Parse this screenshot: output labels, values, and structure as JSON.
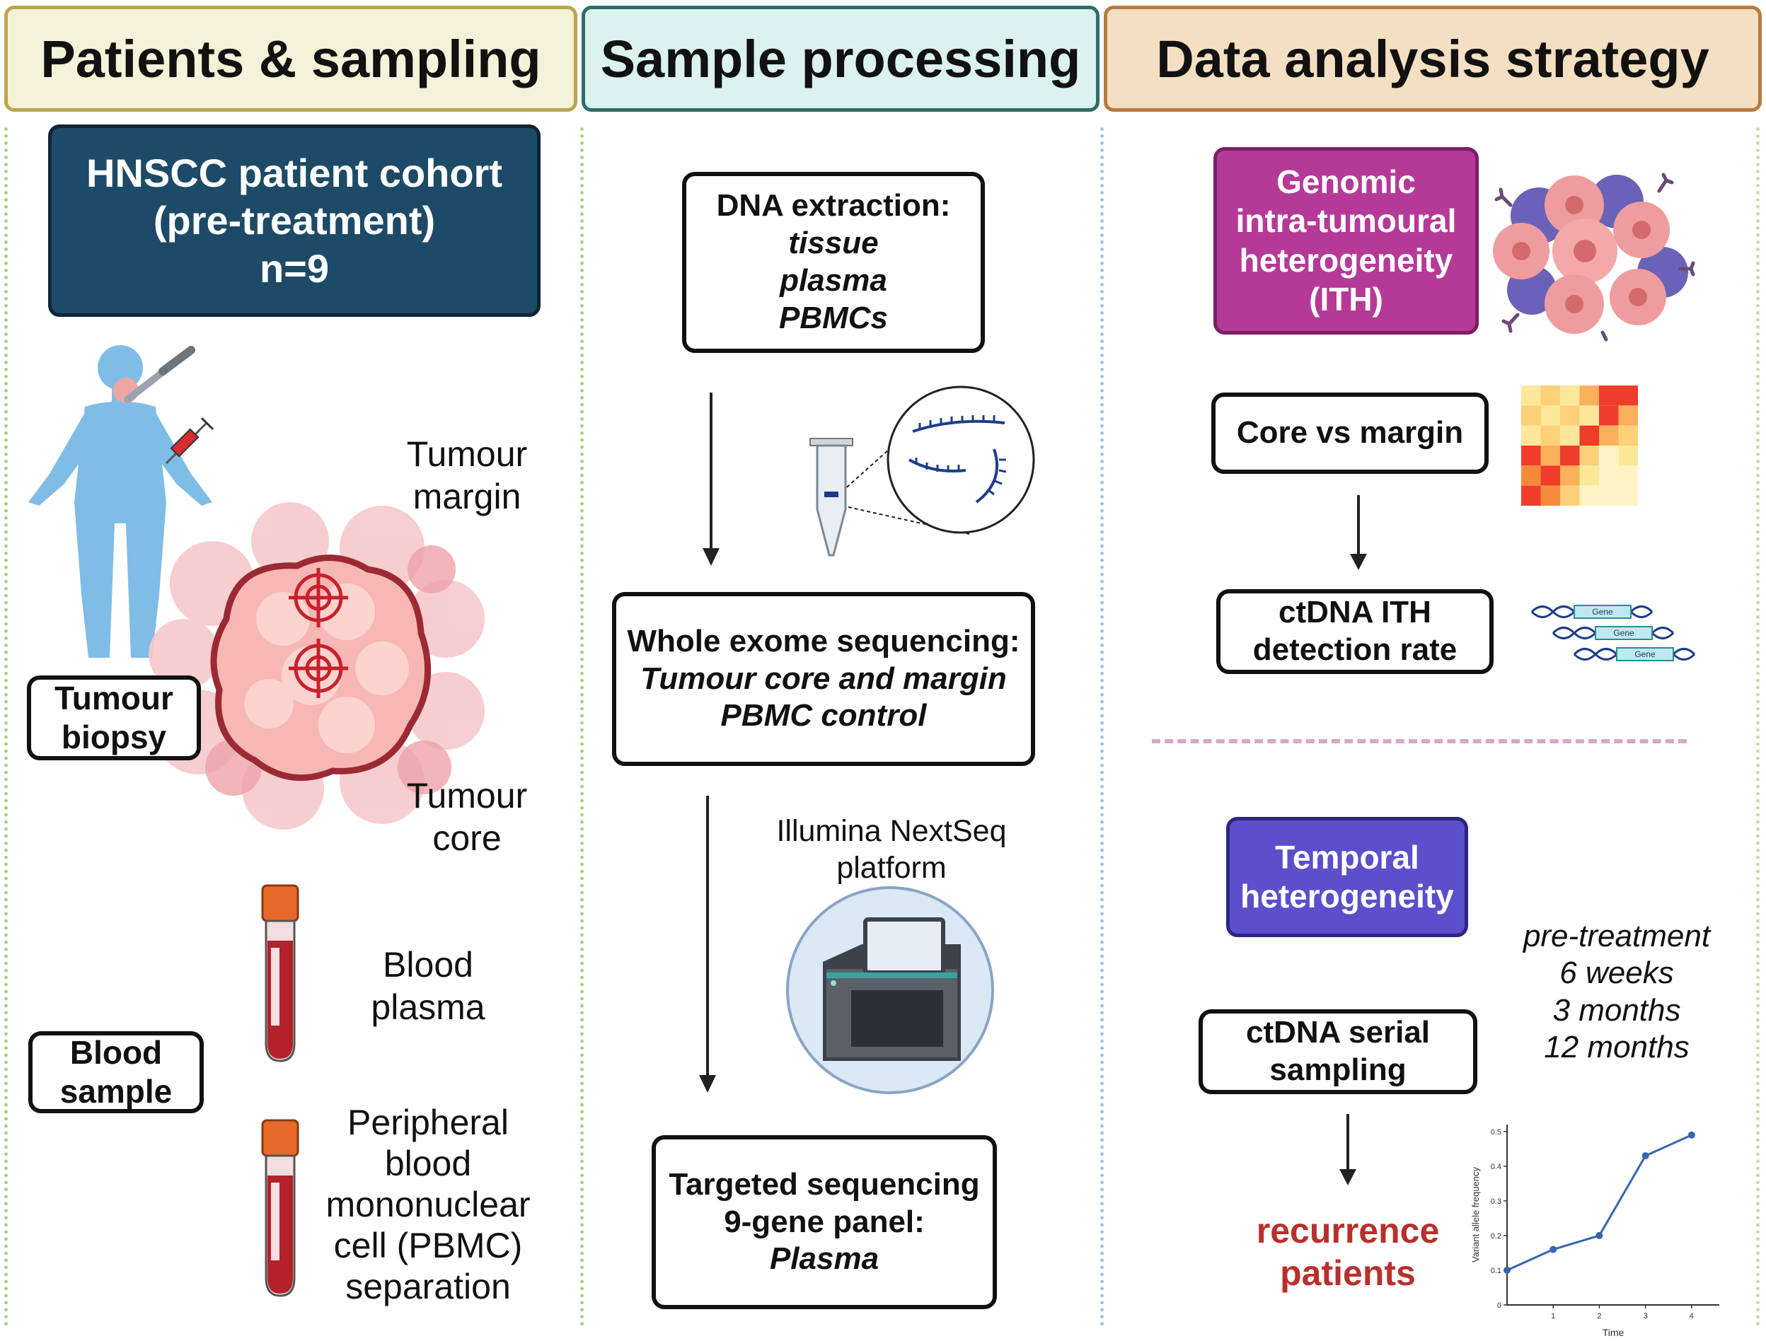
{
  "headers": {
    "patients": "Patients & sampling",
    "processing": "Sample processing",
    "analysis": "Data analysis strategy"
  },
  "colors": {
    "patients_header_bg": "#f4f2d8",
    "patients_header_border": "#b9a64e",
    "processing_header_bg": "#dbf2ee",
    "processing_header_border": "#2e6e66",
    "analysis_header_bg": "#f5dfc2",
    "analysis_header_border": "#b57b3d",
    "cohort_box": "#1d4a66",
    "ith_box": "#b53a97",
    "temporal_box": "#5b4fcb",
    "recurrence_text": "#b8302c",
    "chart_line": "#3566b0"
  },
  "patients": {
    "cohort_lines": [
      "HNSCC patient cohort",
      "(pre-treatment)",
      "n=9"
    ],
    "tumour_margin": [
      "Tumour",
      "margin"
    ],
    "tumour_biopsy": [
      "Tumour",
      "biopsy"
    ],
    "tumour_core": [
      "Tumour",
      "core"
    ],
    "blood_plasma": [
      "Blood",
      "plasma"
    ],
    "blood_sample": [
      "Blood",
      "sample"
    ],
    "pbmc": [
      "Peripheral",
      "blood",
      "mononuclear",
      "cell (PBMC)",
      "separation"
    ]
  },
  "processing": {
    "dna_title": "DNA extraction:",
    "dna_items": [
      "tissue",
      "plasma",
      "PBMCs"
    ],
    "wes_title": "Whole exome sequencing:",
    "wes_items": [
      "Tumour core and margin",
      "PBMC control"
    ],
    "platform": [
      "Illumina NextSeq",
      "platform"
    ],
    "targeted_lines": [
      "Targeted sequencing",
      "9-gene panel:"
    ],
    "targeted_item": "Plasma"
  },
  "analysis": {
    "ith_lines": [
      "Genomic",
      "intra-tumoural",
      "heterogeneity",
      "(ITH)"
    ],
    "core_vs_margin": "Core vs margin",
    "ctdna_ith": [
      "ctDNA ITH",
      "detection rate"
    ],
    "gene_labels": [
      "Gene",
      "Gene",
      "Gene"
    ],
    "temporal_lines": [
      "Temporal",
      "heterogeneity"
    ],
    "timepoints": [
      "pre-treatment",
      "6 weeks",
      "3 months",
      "12 months"
    ],
    "serial_lines": [
      "ctDNA serial",
      "sampling"
    ],
    "recurrence_lines": [
      "recurrence",
      "patients"
    ]
  },
  "chart_data": {
    "type": "line",
    "xlabel": "Time",
    "ylabel": "Variant allele frequency",
    "x": [
      0,
      1,
      2,
      3,
      4
    ],
    "y": [
      0.1,
      0.16,
      0.2,
      0.43,
      0.49
    ],
    "xticks": [
      "1",
      "2",
      "3",
      "4"
    ],
    "yticks": [
      "0",
      "0.1",
      "0.2",
      "0.3",
      "0.4",
      "0.5"
    ],
    "xlim": [
      0,
      4.6
    ],
    "ylim": [
      0,
      0.52
    ],
    "grid": false
  }
}
